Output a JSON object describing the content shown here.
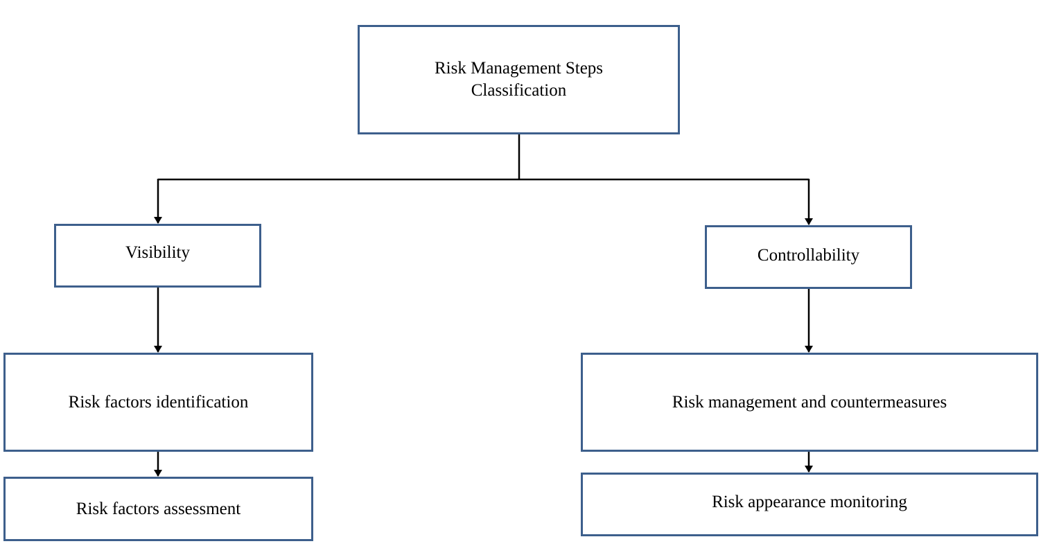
{
  "diagram": {
    "root": {
      "line1": "Risk Management Steps",
      "line2": "Classification"
    },
    "left_branch": {
      "category": "Visibility",
      "step1": "Risk factors identification",
      "step2": "Risk factors assessment"
    },
    "right_branch": {
      "category": "Controllability",
      "step1": "Risk management and countermeasures",
      "step2": "Risk appearance monitoring"
    }
  },
  "colors": {
    "box_border": "#3d5f8c",
    "connector": "#000000",
    "background": "#ffffff"
  }
}
